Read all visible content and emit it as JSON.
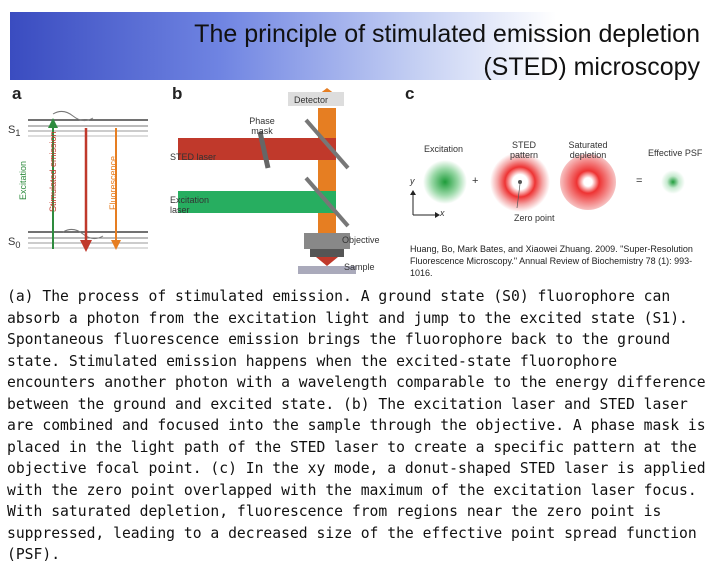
{
  "title": {
    "line1": "The principle of stimulated emission depletion",
    "line2": "(STED) microscopy"
  },
  "panels": {
    "a": {
      "label": "a",
      "s1": "S",
      "s1_sub": "1",
      "s0": "S",
      "s0_sub": "0",
      "excitation": "Excitation",
      "stimulated": "Stimulated emission",
      "fluorescence": "Fluorescence"
    },
    "b": {
      "label": "b",
      "detector": "Detector",
      "phase_mask": "Phase mask",
      "sted_laser": "STED laser",
      "excitation_laser": "Excitation laser",
      "objective": "Objective",
      "sample": "Sample"
    },
    "c": {
      "label": "c",
      "excitation": "Excitation",
      "sted_pattern": "STED pattern",
      "saturated_depletion": "Saturated depletion",
      "effective_psf": "Effective PSF",
      "zero_point": "Zero point",
      "axis_y": "y",
      "axis_x": "x",
      "plus": "+",
      "equals": "="
    }
  },
  "citation": "Huang, Bo, Mark Bates, and Xiaowei Zhuang. 2009. \"Super-Resolution Fluorescence Microscopy.\" Annual Review of Biochemistry 78 (1): 993-1016.",
  "caption": "(a) The process of stimulated emission. A ground state (S0) fluorophore can absorb a photon from the excitation light and jump to the excited state (S1). Spontaneous fluorescence emission brings the fluorophore back to the ground state. Stimulated emission happens when the excited-state fluorophore encounters another photon with a wavelength comparable to the energy difference between the ground and excited state. (b) The excitation laser and STED laser are combined and focused into the sample through the objective. A phase mask is placed in the light path of the STED laser to create a specific pattern at the objective focal point. (c) In the xy mode, a donut-shaped STED laser is applied with the zero point overlapped with the maximum of the excitation laser focus. With saturated depletion, fluorescence from regions near the zero point is suppressed, leading to a decreased size of the effective point spread function (PSF)."
}
